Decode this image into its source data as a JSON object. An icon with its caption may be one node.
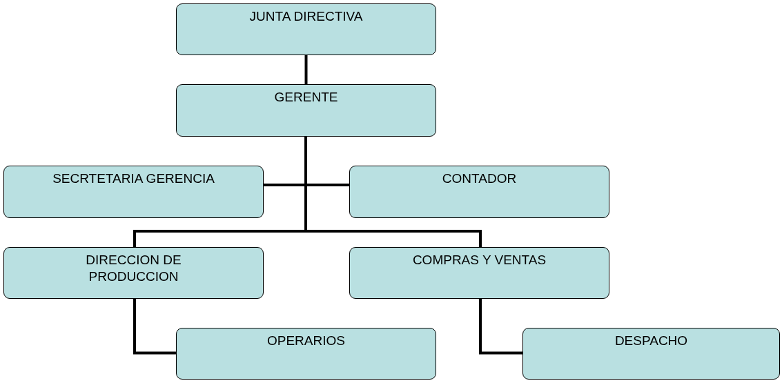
{
  "diagram": {
    "nodes": [
      {
        "text": [
          "JUNTA DIRECTIVA"
        ]
      },
      {
        "text": [
          "GERENTE"
        ]
      },
      {
        "text": [
          "SECRTETARIA GERENCIA"
        ]
      },
      {
        "text": [
          "CONTADOR"
        ]
      },
      {
        "text": [
          "DIRECCION DE PRODUCCION"
        ]
      },
      {
        "text": [
          "COMPRAS Y VENTAS"
        ]
      },
      {
        "text": [
          "OPERARIOS"
        ]
      },
      {
        "text": [
          "DESPACHO"
        ]
      }
    ],
    "edges": [
      {
        "from": 0,
        "to": 1,
        "arrow": "none"
      },
      {
        "from": 1,
        "to": 2,
        "arrow": "none"
      },
      {
        "from": 1,
        "to": 3,
        "arrow": "none"
      },
      {
        "from": 1,
        "to": 4,
        "arrow": "none"
      },
      {
        "from": 1,
        "to": 5,
        "arrow": "none"
      },
      {
        "from": 4,
        "to": 6,
        "arrow": "none"
      },
      {
        "from": 5,
        "to": 7,
        "arrow": "none"
      }
    ]
  }
}
